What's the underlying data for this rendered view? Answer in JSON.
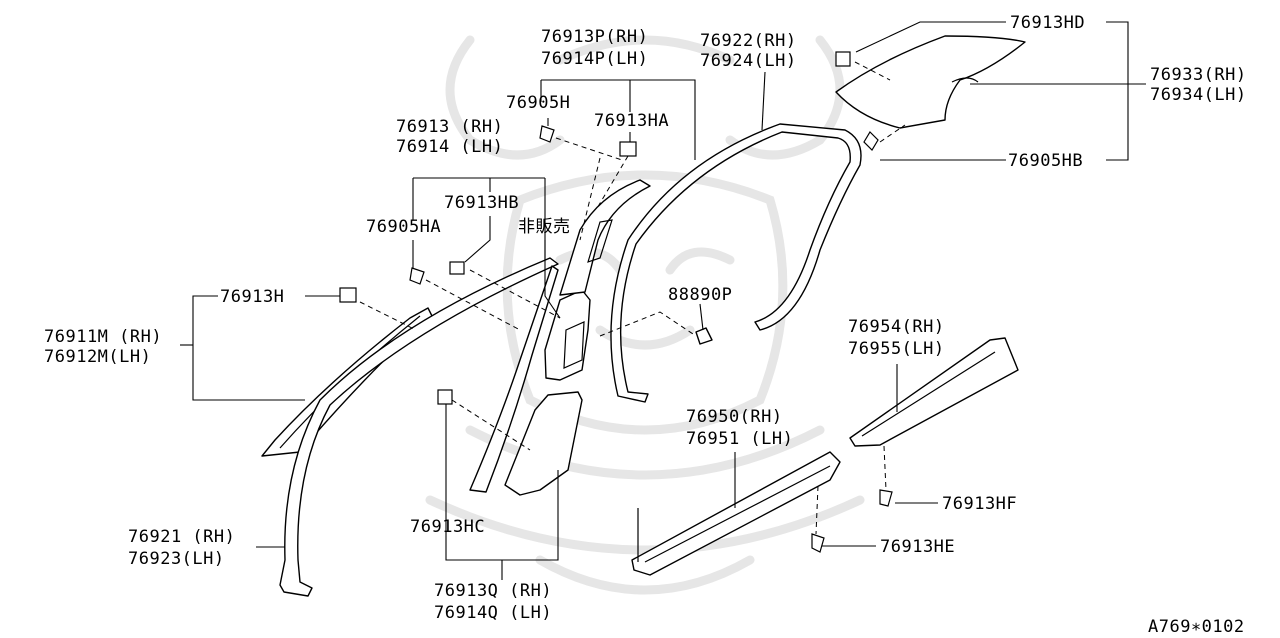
{
  "labels": {
    "p_76913p": "76913P(RH)",
    "p_76914p": "76914P(LH)",
    "p_76922": "76922(RH)",
    "p_76924": "76924(LH)",
    "p_76913hd": "76913HD",
    "p_76933": "76933(RH)",
    "p_76934": "76934(LH)",
    "p_76905h": "76905H",
    "p_76913ha": "76913HA",
    "p_76913": "76913 (RH)",
    "p_76914": "76914 (LH)",
    "p_76905hb": "76905HB",
    "p_76913hb": "76913HB",
    "p_76905ha": "76905HA",
    "p_hihanbai": "非販売",
    "p_76913h": "76913H",
    "p_88890p": "88890P",
    "p_76911m": "76911M (RH)",
    "p_76912m": "76912M(LH)",
    "p_76954": "76954(RH)",
    "p_76955": "76955(LH)",
    "p_76950": "76950(RH)",
    "p_76951": "76951 (LH)",
    "p_76913hf": "76913HF",
    "p_76921": "76921 (RH)",
    "p_76923": "76923(LH)",
    "p_76913hc": "76913HC",
    "p_76913he": "76913HE",
    "p_76913q": "76913Q (RH)",
    "p_76914q": "76914Q (LH)",
    "diagram_code": "A769∗0102"
  },
  "colors": {
    "line": "#000000",
    "watermark": "#e6e6e6",
    "background": "#ffffff"
  }
}
